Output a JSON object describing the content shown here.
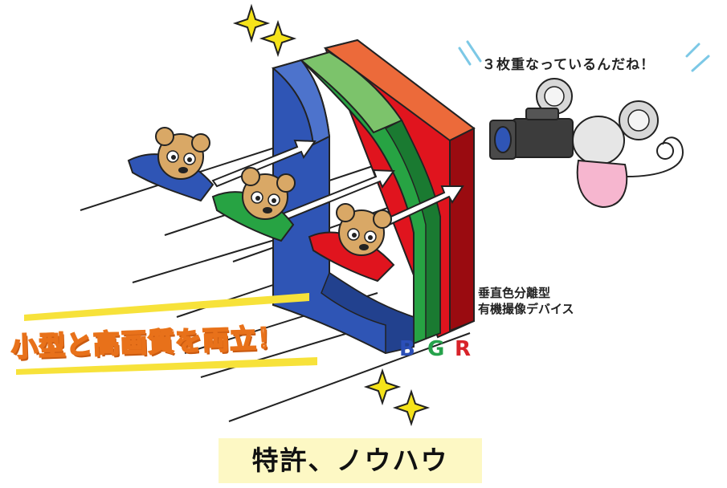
{
  "speech_bubble": {
    "text": "３枚重なっているんだね！"
  },
  "device_label": {
    "line1": "垂直色分離型",
    "line2": "有機撮像デバイス"
  },
  "layers": [
    {
      "letter": "B",
      "color": "#2b4fb8"
    },
    {
      "letter": "G",
      "color": "#26a24b"
    },
    {
      "letter": "R",
      "color": "#d8232a"
    }
  ],
  "slogan": {
    "text": "小型と高画質を両立！"
  },
  "footer": {
    "text": "特許、ノウハウ"
  },
  "colors": {
    "blue_layer": "#2f55b5",
    "green_layer": "#27a343",
    "red_layer": "#e0141e",
    "orange_top": "#ec6a3a",
    "sparkle": "#f5e31a",
    "slogan_orange": "#f08a1f",
    "footer_bg": "#fdf8c4"
  },
  "icons": [
    "sparkle-icon",
    "cat-character",
    "mouse-character",
    "video-camera-icon",
    "light-ray-arrow"
  ]
}
